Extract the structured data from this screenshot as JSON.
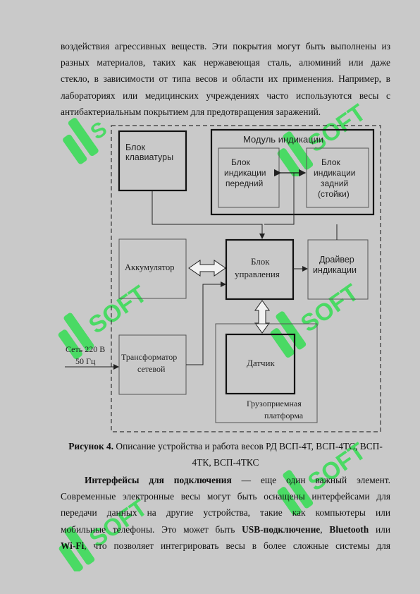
{
  "paragraph_top": {
    "lines": [
      "воздействия агрессивных веществ. Эти покрытия могут быть выполнены из",
      "разных материалов, таких как нержавеющая сталь, алюминий или даже",
      "стекло, в зависимости от типа весов и области их применения. Например, в",
      "лабораториях или медицинских учреждениях часто используются весы с",
      "антибактериальным покрытием для предотвращения заражений."
    ]
  },
  "diagram": {
    "keyboard_block": [
      "Блок",
      "клавиатуры"
    ],
    "indication_module": "Модуль индикации",
    "front_indicator": [
      "Блок",
      "индикации",
      "передний"
    ],
    "rear_indicator": [
      "Блок",
      "индикации",
      "задний",
      "(стойки)"
    ],
    "battery": "Аккумулятор",
    "control_block": [
      "Блок",
      "управления"
    ],
    "display_driver": [
      "Драйвер",
      "индикации"
    ],
    "mains_label": [
      "Сеть 220 В",
      "50 Гц"
    ],
    "transformer": [
      "Трансформатор",
      "сетевой"
    ],
    "sensor": "Датчик",
    "platform": [
      "Грузоприемная",
      "платформа"
    ]
  },
  "caption": {
    "label": "Рисунок 4.",
    "text_line1": " Описание устройства и работа весов РД ВСП-4Т, ВСП-4ТС, ВСП-",
    "text_line2": "4ТК, ВСП-4ТКС"
  },
  "paragraph_bottom": {
    "l1_bold": "Интерфейсы для подключения",
    "l1_rest": " — еще один важный элемент.",
    "l2": "Современные электронные весы могут быть оснащены интерфейсами для",
    "l3": "передачи данных на другие устройства, такие как компьютеры или",
    "l4_a": "мобильные телефоны. Это может быть ",
    "l4_b1": "USB-подключение",
    "l4_c": ", ",
    "l4_b2": "Bluetooth",
    "l4_d": " или",
    "l5_b": "Wi-Fi",
    "l5_rest": ", что позволяет интегрировать весы в более сложные системы для"
  },
  "watermark": {
    "text": "SOFT",
    "color": "#3ddc5a"
  }
}
